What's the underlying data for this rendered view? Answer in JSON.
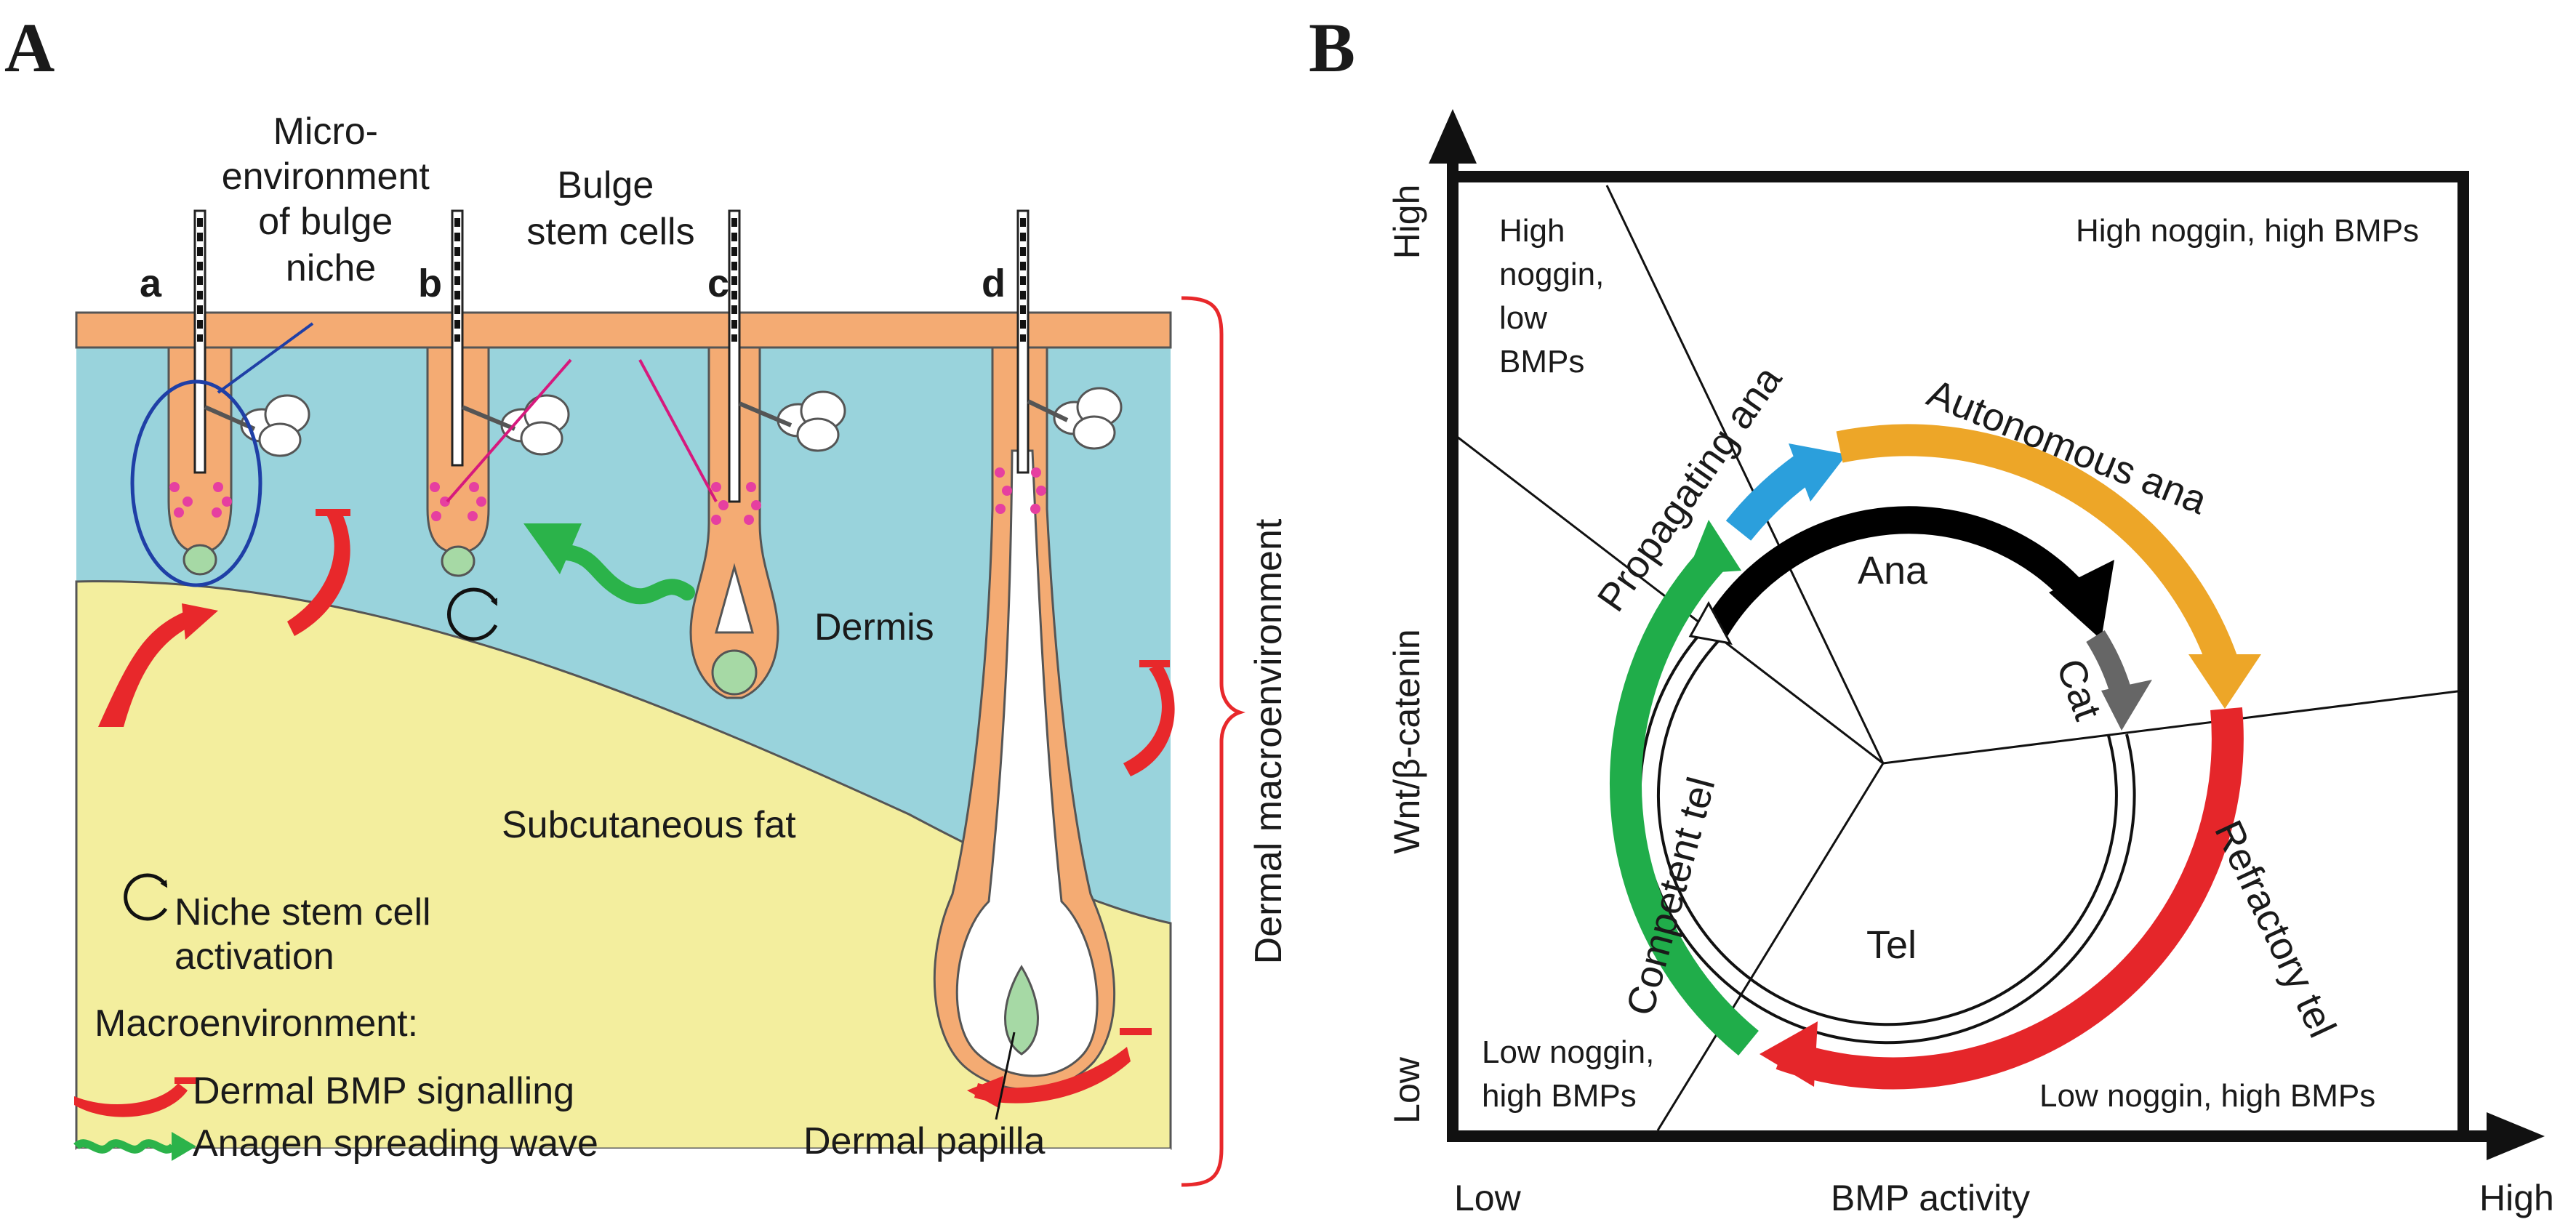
{
  "panel_a": {
    "letter": "A",
    "follicle_labels": [
      "a",
      "b",
      "c",
      "d"
    ],
    "microenvironment_label": [
      "Micro-",
      "environment",
      "of bulge",
      "niche"
    ],
    "bulge_label": [
      "Bulge",
      "stem cells"
    ],
    "dermis_label": "Dermis",
    "fat_label": "Subcutaneous fat",
    "macro_label": "Dermal macroenvironment",
    "papilla_label": "Dermal papilla",
    "legend": {
      "activation": [
        "Niche stem cell",
        "activation"
      ],
      "macro_title": "Macroenvironment:",
      "bmp": "Dermal BMP signalling",
      "wave": "Anagen spreading wave"
    },
    "colors": {
      "dermis": "#99d3dc",
      "fat": "#f3ee9e",
      "epidermis": "#f4ab73",
      "bmp": "#e8282b",
      "wave": "#2bb34a",
      "papilla": "#a6d9a5",
      "niche_circle": "#1f3fa6",
      "stem_cell_line": "#d6197d"
    }
  },
  "panel_b": {
    "letter": "B",
    "corner_labels": {
      "top_left": [
        "High",
        "noggin,",
        "low",
        "BMPs"
      ],
      "top_right": "High noggin, high BMPs",
      "bottom_left": [
        "Low noggin,",
        "high BMPs"
      ],
      "bottom_right": "Low noggin, high BMPs"
    },
    "phases": {
      "propagating": "Propagating ana",
      "autonomous": "Autonomous ana",
      "refractory": "Refractory tel",
      "competent": "Competent tel",
      "ana": "Ana",
      "cat": "Cat",
      "tel": "Tel"
    },
    "axes": {
      "y_label": "Wnt/β-catenin",
      "y_high": "High",
      "y_low": "Low",
      "x_label": "BMP activity",
      "x_low": "Low",
      "x_high": "High"
    },
    "colors": {
      "propagating": "#2b9fdc",
      "autonomous": "#eda628",
      "refractory": "#e5262a",
      "competent": "#20ad4a",
      "ana": "#000000",
      "cat": "#666666"
    }
  }
}
